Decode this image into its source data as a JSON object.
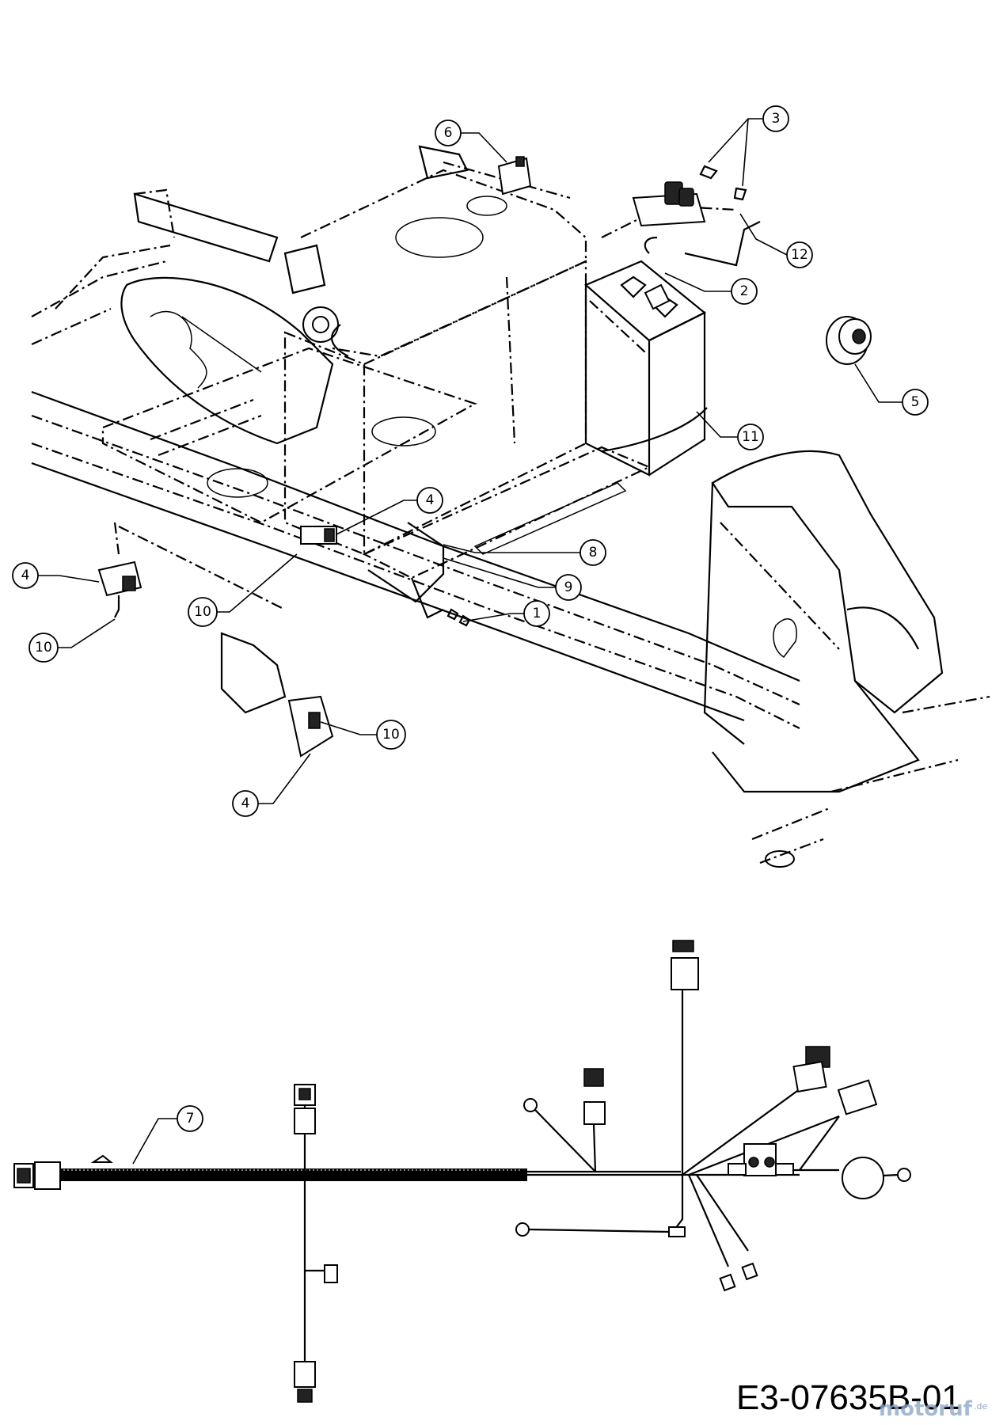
{
  "diagram_code": "E3-07635B-01",
  "watermark": {
    "text": "motoruf",
    "suffix": ".de"
  },
  "callouts": [
    {
      "id": "c3",
      "label": "3"
    },
    {
      "id": "c6",
      "label": "6"
    },
    {
      "id": "c12",
      "label": "12"
    },
    {
      "id": "c2",
      "label": "2"
    },
    {
      "id": "c5",
      "label": "5"
    },
    {
      "id": "c11",
      "label": "11"
    },
    {
      "id": "c4a",
      "label": "4"
    },
    {
      "id": "c8",
      "label": "8"
    },
    {
      "id": "c9",
      "label": "9"
    },
    {
      "id": "c1",
      "label": "1"
    },
    {
      "id": "c4b",
      "label": "4"
    },
    {
      "id": "c10a",
      "label": "10"
    },
    {
      "id": "c10b",
      "label": "10"
    },
    {
      "id": "c10c",
      "label": "10"
    },
    {
      "id": "c4c",
      "label": "4"
    },
    {
      "id": "c7",
      "label": "7"
    }
  ]
}
